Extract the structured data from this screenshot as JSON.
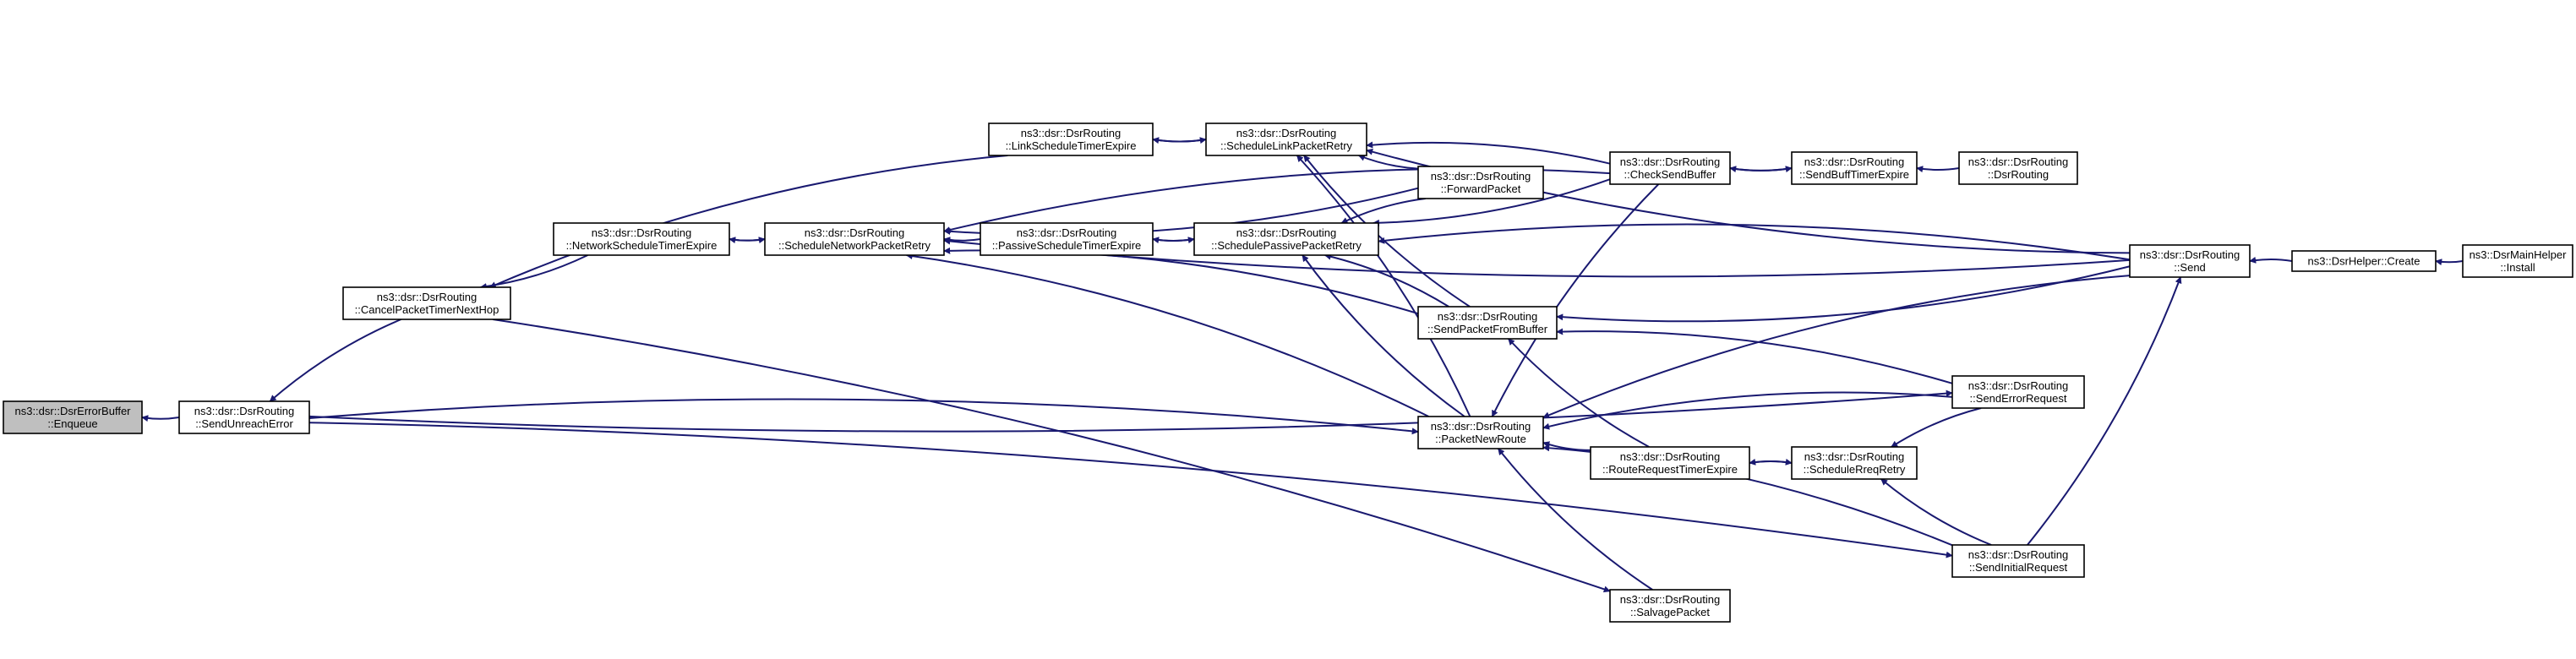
{
  "colors": {
    "edge": "#191970",
    "node_border": "#000000",
    "node_fill": "#ffffff",
    "highlight_fill": "#bfbfbf"
  },
  "nodes": {
    "error_buffer_enqueue": [
      "ns3::dsr::DsrErrorBuffer",
      "::Enqueue"
    ],
    "send_unreach_error": [
      "ns3::dsr::DsrRouting",
      "::SendUnreachError"
    ],
    "cancel_packet_timer": [
      "ns3::dsr::DsrRouting",
      "::CancelPacketTimerNextHop"
    ],
    "network_schedule_timer": [
      "ns3::dsr::DsrRouting",
      "::NetworkScheduleTimerExpire"
    ],
    "schedule_network_retry": [
      "ns3::dsr::DsrRouting",
      "::ScheduleNetworkPacketRetry"
    ],
    "link_schedule_timer": [
      "ns3::dsr::DsrRouting",
      "::LinkScheduleTimerExpire"
    ],
    "passive_schedule_timer": [
      "ns3::dsr::DsrRouting",
      "::PassiveScheduleTimerExpire"
    ],
    "schedule_link_retry": [
      "ns3::dsr::DsrRouting",
      "::ScheduleLinkPacketRetry"
    ],
    "schedule_passive_retry": [
      "ns3::dsr::DsrRouting",
      "::SchedulePassivePacketRetry"
    ],
    "forward_packet": [
      "ns3::dsr::DsrRouting",
      "::ForwardPacket"
    ],
    "send_packet_from_buffer": [
      "ns3::dsr::DsrRouting",
      "::SendPacketFromBuffer"
    ],
    "packet_new_route": [
      "ns3::dsr::DsrRouting",
      "::PacketNewRoute"
    ],
    "route_request_timer": [
      "ns3::dsr::DsrRouting",
      "::RouteRequestTimerExpire"
    ],
    "salvage_packet": [
      "ns3::dsr::DsrRouting",
      "::SalvagePacket"
    ],
    "check_send_buffer": [
      "ns3::dsr::DsrRouting",
      "::CheckSendBuffer"
    ],
    "send_buff_timer": [
      "ns3::dsr::DsrRouting",
      "::SendBuffTimerExpire"
    ],
    "dsr_routing_ctor": [
      "ns3::dsr::DsrRouting",
      "::DsrRouting"
    ],
    "send_error_request": [
      "ns3::dsr::DsrRouting",
      "::SendErrorRequest"
    ],
    "schedule_rreq_retry": [
      "ns3::dsr::DsrRouting",
      "::ScheduleRreqRetry"
    ],
    "send_initial_request": [
      "ns3::dsr::DsrRouting",
      "::SendInitialRequest"
    ],
    "send": [
      "ns3::dsr::DsrRouting",
      "::Send"
    ],
    "dsr_helper_create": [
      "ns3::DsrHelper::Create"
    ],
    "dsr_main_helper_install": [
      "ns3::DsrMainHelper",
      "::Install"
    ]
  },
  "edges": [
    [
      "send_unreach_error",
      "error_buffer_enqueue"
    ],
    [
      "cancel_packet_timer",
      "send_unreach_error"
    ],
    [
      "network_schedule_timer",
      "cancel_packet_timer"
    ],
    [
      "link_schedule_timer",
      "cancel_packet_timer"
    ],
    [
      "schedule_network_retry",
      "network_schedule_timer"
    ],
    [
      "network_schedule_timer",
      "schedule_network_retry"
    ],
    [
      "passive_schedule_timer",
      "schedule_network_retry"
    ],
    [
      "send_packet_from_buffer",
      "schedule_network_retry"
    ],
    [
      "forward_packet",
      "schedule_network_retry"
    ],
    [
      "check_send_buffer",
      "schedule_network_retry"
    ],
    [
      "send",
      "schedule_network_retry"
    ],
    [
      "packet_new_route",
      "schedule_network_retry"
    ],
    [
      "schedule_link_retry",
      "link_schedule_timer"
    ],
    [
      "link_schedule_timer",
      "schedule_link_retry"
    ],
    [
      "schedule_passive_retry",
      "passive_schedule_timer"
    ],
    [
      "passive_schedule_timer",
      "schedule_passive_retry"
    ],
    [
      "forward_packet",
      "schedule_link_retry"
    ],
    [
      "check_send_buffer",
      "schedule_link_retry"
    ],
    [
      "send_packet_from_buffer",
      "schedule_link_retry"
    ],
    [
      "packet_new_route",
      "schedule_link_retry"
    ],
    [
      "send",
      "schedule_link_retry"
    ],
    [
      "forward_packet",
      "schedule_passive_retry"
    ],
    [
      "check_send_buffer",
      "schedule_passive_retry"
    ],
    [
      "send_packet_from_buffer",
      "schedule_passive_retry"
    ],
    [
      "packet_new_route",
      "schedule_passive_retry"
    ],
    [
      "send",
      "schedule_passive_retry"
    ],
    [
      "send_buff_timer",
      "check_send_buffer"
    ],
    [
      "check_send_buffer",
      "send_buff_timer"
    ],
    [
      "dsr_routing_ctor",
      "send_buff_timer"
    ],
    [
      "check_send_buffer",
      "packet_new_route"
    ],
    [
      "send",
      "send_packet_from_buffer"
    ],
    [
      "send_error_request",
      "send_packet_from_buffer"
    ],
    [
      "route_request_timer",
      "send_packet_from_buffer"
    ],
    [
      "send_error_request",
      "packet_new_route"
    ],
    [
      "route_request_timer",
      "packet_new_route"
    ],
    [
      "send_initial_request",
      "packet_new_route"
    ],
    [
      "salvage_packet",
      "packet_new_route"
    ],
    [
      "send",
      "packet_new_route"
    ],
    [
      "send_unreach_error",
      "packet_new_route"
    ],
    [
      "schedule_rreq_retry",
      "route_request_timer"
    ],
    [
      "route_request_timer",
      "schedule_rreq_retry"
    ],
    [
      "send_error_request",
      "schedule_rreq_retry"
    ],
    [
      "send_initial_request",
      "schedule_rreq_retry"
    ],
    [
      "send_unreach_error",
      "send_error_request"
    ],
    [
      "send_unreach_error",
      "send_initial_request"
    ],
    [
      "send_initial_request",
      "send"
    ],
    [
      "cancel_packet_timer",
      "salvage_packet"
    ],
    [
      "dsr_helper_create",
      "send"
    ],
    [
      "dsr_main_helper_install",
      "dsr_helper_create"
    ]
  ]
}
